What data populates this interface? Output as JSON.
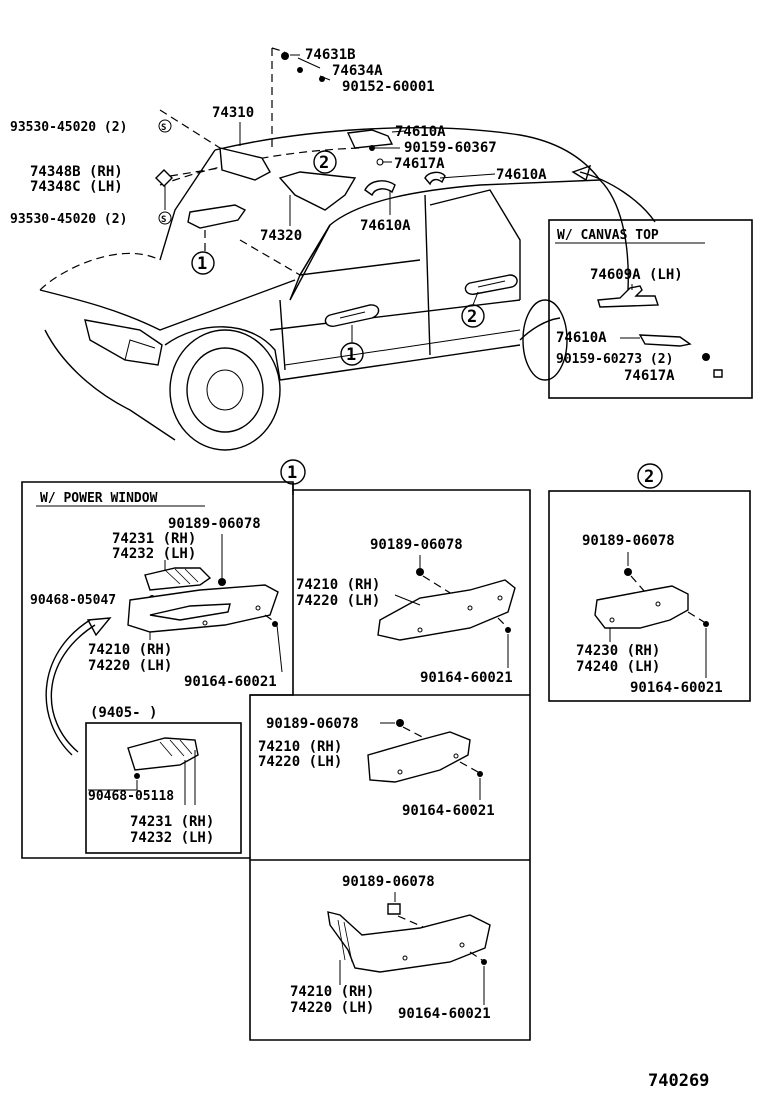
{
  "labels": {
    "p74631B": "74631B",
    "p74634A": "74634A",
    "p90152_60001": "90152-60001",
    "p74310": "74310",
    "p93530_top": "93530-45020 (2)",
    "p74610A_1": "74610A",
    "p90159_60367": "90159-60367",
    "p74617A": "74617A",
    "p74610A_2": "74610A",
    "p74348B": "74348B (RH)",
    "p74348C": "74348C (LH)",
    "p93530_bot": "93530-45020 (2)",
    "p74320": "74320",
    "p74610A_3": "74610A"
  },
  "canvas_box": {
    "title": "W/ CANVAS  TOP",
    "p74609A": "74609A (LH)",
    "p74610A": "74610A",
    "p90159_60273": "90159-60273 (2)",
    "p74617A": "74617A"
  },
  "refs": {
    "one": "1",
    "two": "2"
  },
  "power_window_box": {
    "title": "W/ POWER WINDOW",
    "p90189": "90189-06078",
    "p74231": "74231 (RH)",
    "p74232": "74232 (LH)",
    "p90468_05047": "90468-05047",
    "p74210": "74210 (RH)",
    "p74220": "74220 (LH)",
    "p90164": "90164-60021",
    "sub_date": "(9405-      )",
    "p90468_05118": "90468-05118",
    "sub_74231": "74231 (RH)",
    "sub_74232": "74232 (LH)"
  },
  "box_1a": {
    "p90189": "90189-06078",
    "p74210": "74210 (RH)",
    "p74220": "74220 (LH)",
    "p90164": "90164-60021"
  },
  "box_1b": {
    "p90189": "90189-06078",
    "p74210": "74210 (RH)",
    "p74220": "74220 (LH)",
    "p90164": "90164-60021"
  },
  "box_1c": {
    "p90189": "90189-06078",
    "p74210": "74210 (RH)",
    "p74220": "74220 (LH)",
    "p90164": "90164-60021"
  },
  "box_2": {
    "p90189": "90189-06078",
    "p74230": "74230 (RH)",
    "p74240": "74240 (LH)",
    "p90164": "90164-60021"
  },
  "diagram_code": "740269"
}
